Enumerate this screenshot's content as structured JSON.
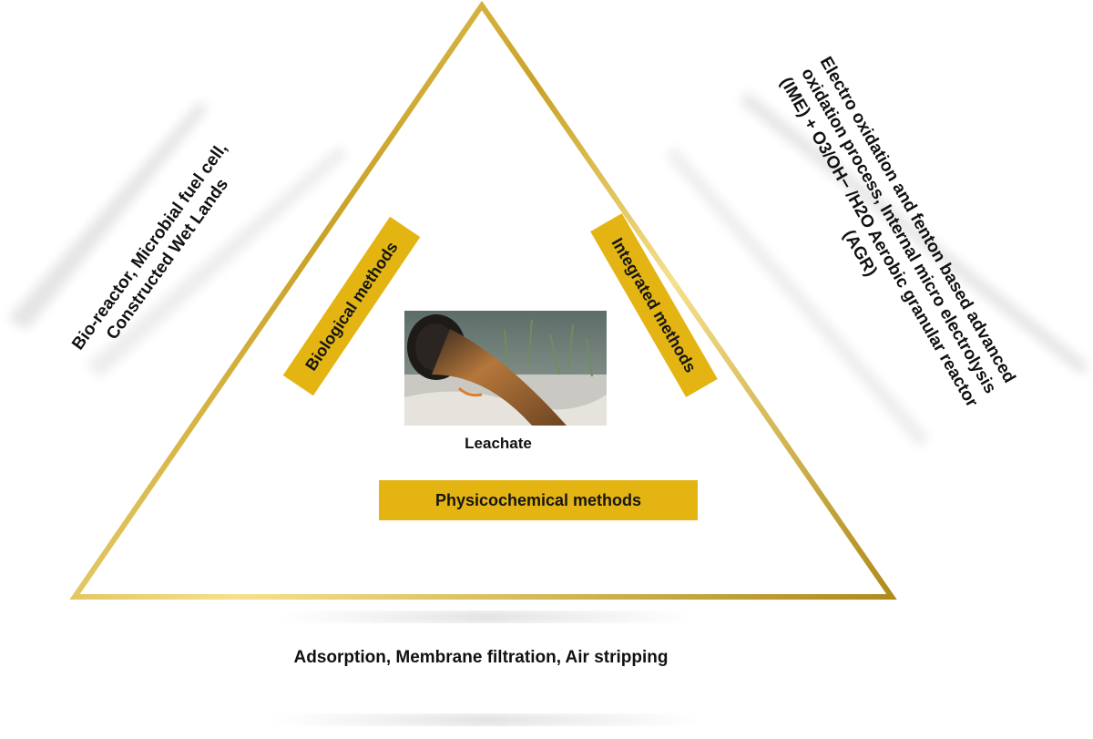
{
  "diagram": {
    "center_label": "Leachate",
    "methods": {
      "biological": "Biological methods",
      "integrated": "Integrated methods",
      "physicochemical": "Physicochemical methods"
    },
    "examples": {
      "biological": "Bio-reactor, Microbial fuel cell, Constructed Wet Lands",
      "integrated": "Electro oxidation and fenton based advanced oxidation process, Internal micro electrolysis (IME) + O3/OH− /H2O Aerobic granular reactor (AGR)",
      "physicochemical": "Adsorption, Membrane filtration, Air stripping"
    }
  },
  "colors": {
    "gold_frame": "#c9a227",
    "badge_fill": "#e3b412",
    "text": "#111111"
  }
}
